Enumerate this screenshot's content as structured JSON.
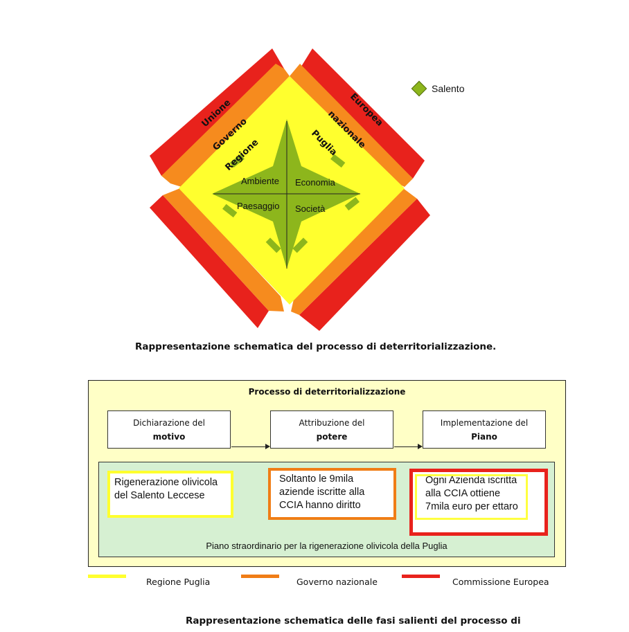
{
  "diagram": {
    "layers": [
      {
        "key": "europe",
        "color": "#e8221c"
      },
      {
        "key": "nation",
        "color": "#f68b1e"
      },
      {
        "key": "region",
        "color": "#ffff2e"
      },
      {
        "key": "salento",
        "color": "#8db61c"
      }
    ],
    "band_labels": {
      "unione": "Unione",
      "europea": "Europea",
      "governo": "Governo",
      "nazionale": "nazionale",
      "regione": "Regione",
      "puglia": "Puglia"
    },
    "quadrants": {
      "ambiente": "Ambiente",
      "economia": "Economia",
      "paesaggio": "Paesaggio",
      "societa": "Società"
    },
    "legend": {
      "salento": "Salento"
    }
  },
  "caption_top": "Rappresentazione schematica del processo di deterritorializzazione.",
  "process": {
    "title": "Processo di deterritorializzazione",
    "steps": [
      {
        "line1": "Dichiarazione del",
        "line2": "motivo"
      },
      {
        "line1": "Attribuzione del",
        "line2": "potere"
      },
      {
        "line1": "Implementazione del",
        "line2": "Piano"
      }
    ],
    "boxes": [
      {
        "line1": "Rigenerazione olivicola",
        "line2": "del Salento Leccese"
      },
      {
        "line1": "Soltanto le 9mila",
        "line2": "aziende iscritte alla",
        "line3": "CCIA hanno diritto"
      },
      {
        "line1": "Ogni Azienda iscritta",
        "line2": "alla CCIA  ottiene",
        "line3": "7mila euro per ettaro"
      }
    ],
    "piano": "Piano straordinario per la rigenerazione olivicola della Puglia"
  },
  "legend_bottom": [
    {
      "label": "Regione Puglia",
      "color": "#ffff2e"
    },
    {
      "label": "Governo nazionale",
      "color": "#f07d16"
    },
    {
      "label": "Commissione Europea",
      "color": "#e8221c"
    }
  ],
  "caption_bottom": "Rappresentazione schematica delle fasi salienti del processo di"
}
